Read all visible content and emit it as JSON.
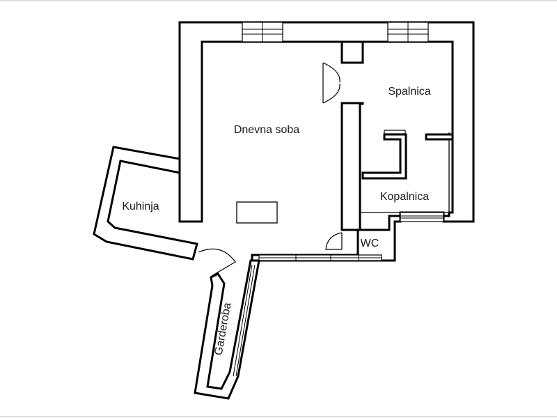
{
  "rooms": {
    "living": "Dnevna soba",
    "bedroom": "Spalnica",
    "kitchen": "Kuhinja",
    "bathroom": "Kopalnica",
    "wc": "WC",
    "wardrobe": "Garderoba"
  }
}
